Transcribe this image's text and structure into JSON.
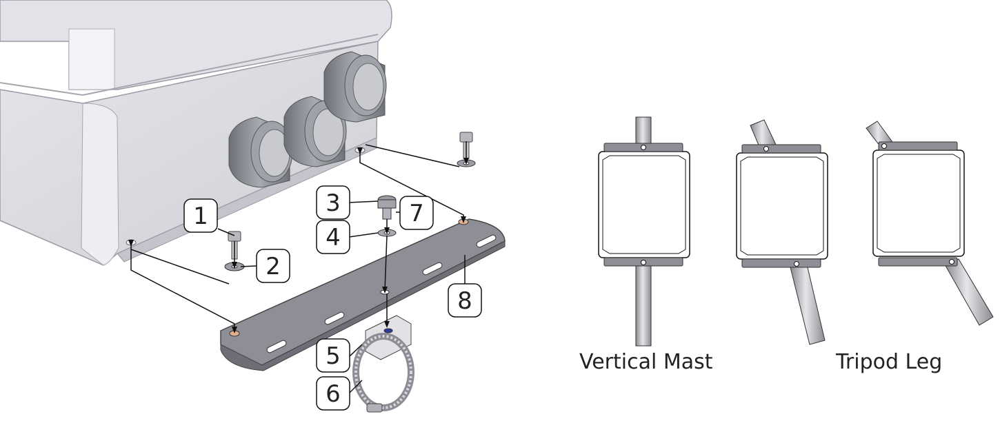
{
  "callouts": [
    {
      "id": "1",
      "label": "1"
    },
    {
      "id": "2",
      "label": "2"
    },
    {
      "id": "3",
      "label": "3"
    },
    {
      "id": "4",
      "label": "4"
    },
    {
      "id": "5",
      "label": "5"
    },
    {
      "id": "6",
      "label": "6"
    },
    {
      "id": "7",
      "label": "7"
    },
    {
      "id": "8",
      "label": "8"
    }
  ],
  "captions": {
    "vertical_mast": "Vertical Mast",
    "tripod_leg": "Tripod Leg"
  },
  "colors": {
    "enclosure_face": "#dcdce2",
    "enclosure_top": "#e8e8ee",
    "bracket": "#8e8e96",
    "gland": "#8a8c96",
    "pipe": "#b4b4b8",
    "line": "#111111"
  }
}
